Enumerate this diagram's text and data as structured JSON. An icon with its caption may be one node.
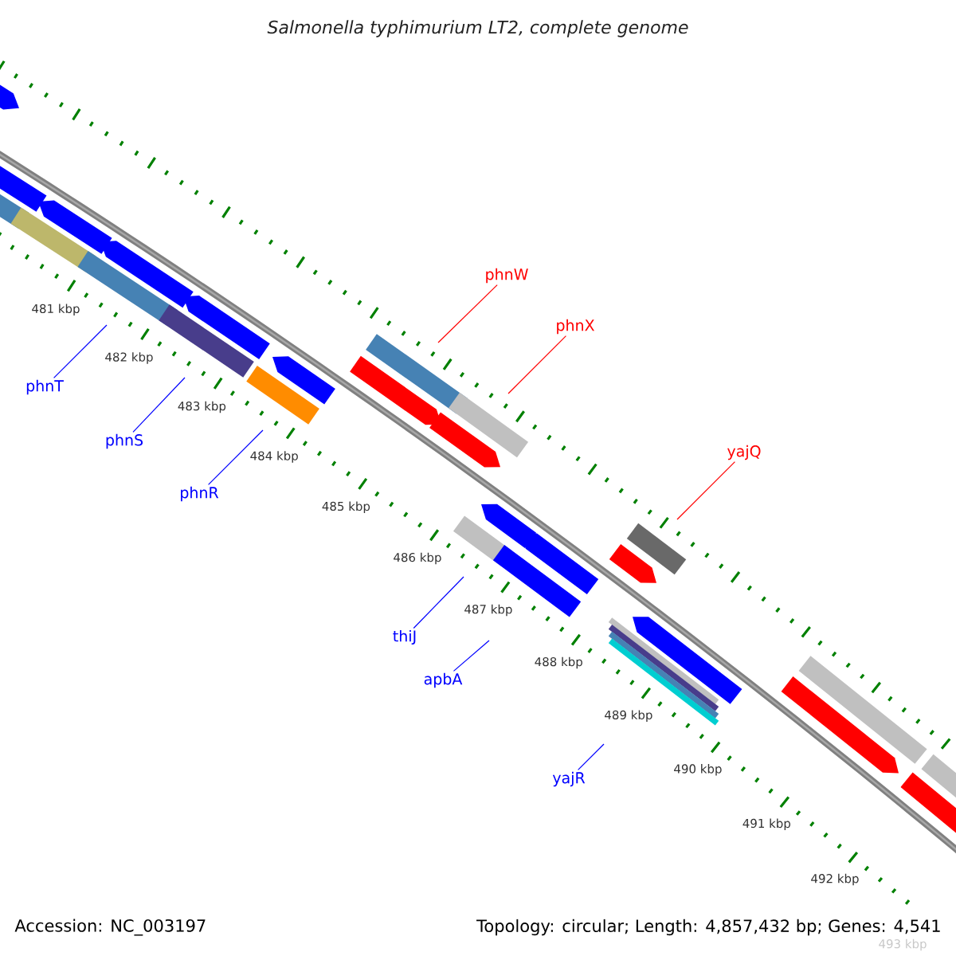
{
  "diagram": {
    "title": "Salmonella typhimurium LT2, complete genome",
    "nodes": [
      {
        "text": [
          "phnW"
        ]
      },
      {
        "text": [
          "phnX"
        ]
      },
      {
        "text": [
          "phnT"
        ]
      },
      {
        "text": [
          "phnS"
        ]
      },
      {
        "text": [
          "yajQ"
        ]
      },
      {
        "text": [
          "phnR"
        ]
      },
      {
        "text": [
          "thiJ"
        ]
      },
      {
        "text": [
          "apbA"
        ]
      },
      {
        "text": [
          "yajR"
        ]
      }
    ],
    "edges": [
      {
        "from": 0,
        "to": null,
        "arrow": "none",
        "color": "#ff0000"
      },
      {
        "from": 1,
        "to": null,
        "arrow": "none",
        "color": "#ff0000"
      },
      {
        "from": 2,
        "to": null,
        "arrow": "none"
      },
      {
        "from": 3,
        "to": null,
        "arrow": "none"
      },
      {
        "from": 4,
        "to": null,
        "arrow": "none",
        "color": "#ff0000"
      },
      {
        "from": 5,
        "to": null,
        "arrow": "none"
      },
      {
        "from": 6,
        "to": null,
        "arrow": "none"
      },
      {
        "from": 7,
        "to": null,
        "arrow": "none"
      },
      {
        "from": 8,
        "to": null,
        "arrow": "none"
      }
    ],
    "labels": [
      "481 kbp",
      "482 kbp",
      "483 kbp",
      "484 kbp",
      "485 kbp",
      "486 kbp",
      "487 kbp",
      "488 kbp",
      "489 kbp",
      "490 kbp",
      "491 kbp",
      "492 kbp",
      "493 kbp",
      "Accession: NC_003197",
      "Topology: circular; Length: 4,857,432 bp; Genes: 4,541"
    ]
  }
}
